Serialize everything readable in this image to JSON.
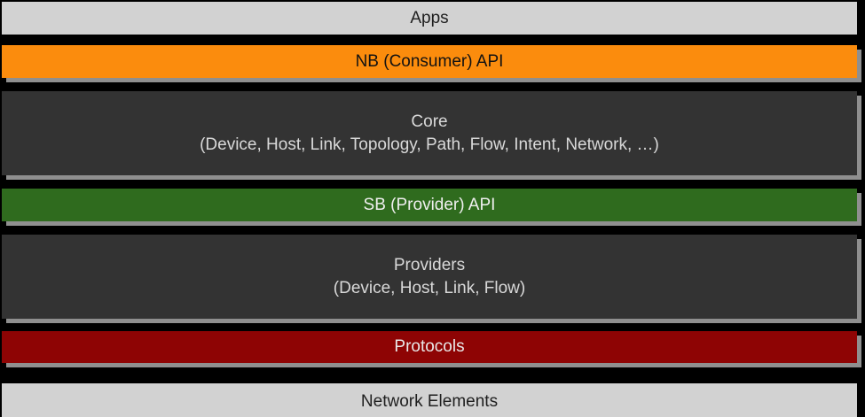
{
  "diagram": {
    "background_color": "#000000",
    "shadow_color": "#8f8f8f",
    "layers": [
      {
        "id": "apps",
        "label": "Apps",
        "bg": "#d2d2d2",
        "fg": "#1f1f1f"
      },
      {
        "id": "nb-api",
        "label": "NB (Consumer) API",
        "bg": "#fb8c0d",
        "fg": "#121212"
      },
      {
        "id": "core",
        "label": "Core",
        "sublabel": "(Device, Host, Link, Topology, Path, Flow, Intent, Network, …)",
        "bg": "#333333",
        "fg": "#d9d9d9"
      },
      {
        "id": "sb-api",
        "label": "SB (Provider) API",
        "bg": "#2f6b1e",
        "fg": "#efefef"
      },
      {
        "id": "providers",
        "label": "Providers",
        "sublabel": "(Device, Host, Link, Flow)",
        "bg": "#333333",
        "fg": "#d9d9d9"
      },
      {
        "id": "protocols",
        "label": "Protocols",
        "bg": "#8e0404",
        "fg": "#e9e9e9"
      },
      {
        "id": "network-elements",
        "label": "Network Elements",
        "bg": "#d2d2d2",
        "fg": "#1f1f1f"
      }
    ]
  }
}
